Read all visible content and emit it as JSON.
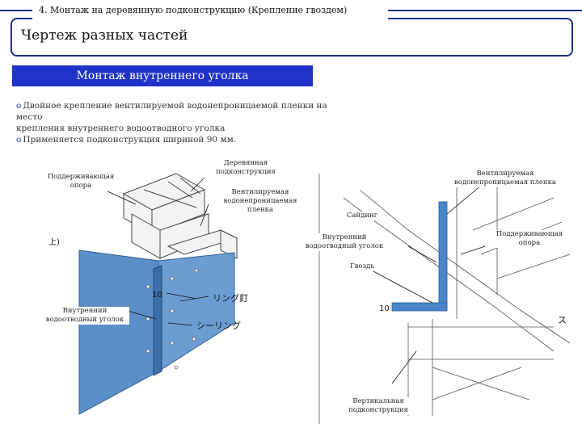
{
  "header": {
    "note": "4. Монтаж на деревянную подконструкцию (Крепление гвоздем)",
    "title": "Чертеж разных частей"
  },
  "section": {
    "banner": "Монтаж внутреннего уголка",
    "bullet1_line1": "Двойное крепление вентилируемой водонепроницаемой пленки на место",
    "bullet1_line2": "крепления внутреннего водоотводного уголка",
    "bullet2": "Применяется подконструкция шириной 90 мм."
  },
  "left_diagram": {
    "label_support": "Поддерживающая опора",
    "label_wood": "Деревянная подконструкция",
    "label_membrane": "Вентилируемая водонепроницаемая пленка",
    "label_corner": "Внутренний водоотводный уголок",
    "jp_ring_nail": "リング釘",
    "jp_sealing": "シーリング",
    "dim_10": "10",
    "mark_upper": "上)"
  },
  "right_diagram": {
    "label_membrane": "Вентилируемая водонепроницаемая пленка",
    "label_siding": "Сайдинг",
    "label_support": "Поддерживающая опора",
    "label_corner": "Внутренний водоотводный уголок",
    "label_nail": "Гвоздь",
    "label_vertical": "Вертикальная подконструкция",
    "dim_10": "10",
    "mark_edge": "ス"
  },
  "colors": {
    "accent": "#1f33c9",
    "frame": "#1a2f8a",
    "panel_blue": "#5b8fc7"
  }
}
